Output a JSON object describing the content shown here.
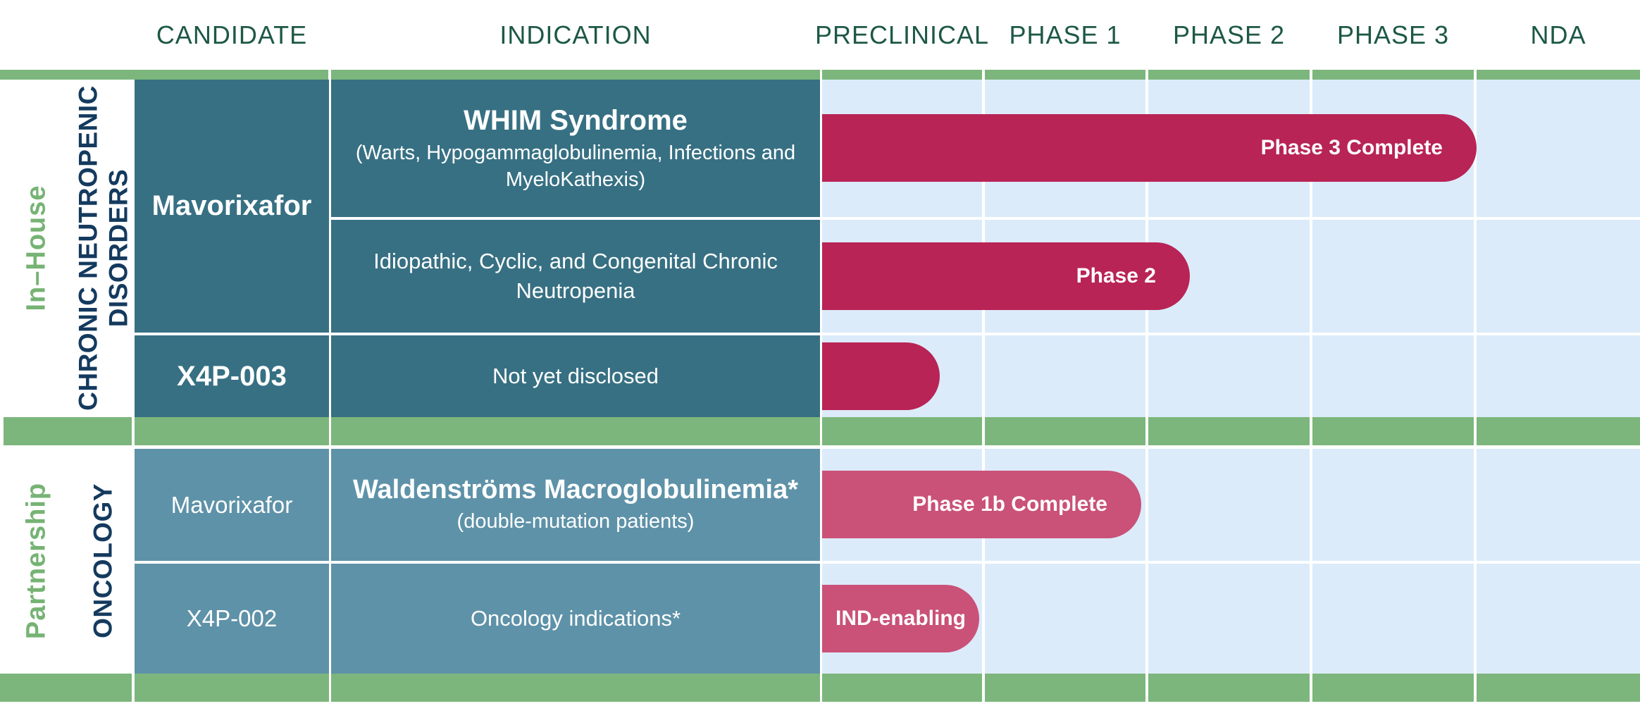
{
  "header": {
    "columns": [
      "CANDIDATE",
      "INDICATION",
      "PRECLINICAL",
      "PHASE 1",
      "PHASE 2",
      "PHASE 3",
      "NDA"
    ]
  },
  "colors": {
    "header_green": "#1d5846",
    "green_strip": "#7cb67c",
    "green_text": "#76b374",
    "navy": "#143a5e",
    "teal_dark": "#377083",
    "teal_light": "#5e92a8",
    "blue_bg": "#dcebfa",
    "crimson": "#b82455",
    "rose": "#ca5178"
  },
  "sections": [
    {
      "group": "In–House",
      "category": "CHRONIC NEUTROPENIC\nDISORDERS",
      "rows": [
        {
          "candidate": "Mavorixafor",
          "indication_title": "WHIM Syndrome",
          "indication_sub": "(Warts, Hypogammaglobulinemia, Infections and MyeloKathexis)"
        },
        {
          "indication": "Idiopathic, Cyclic, and Congenital Chronic Neutropenia"
        },
        {
          "candidate": "X4P-003",
          "indication": "Not yet disclosed"
        }
      ]
    },
    {
      "group": "Partnership",
      "category": "ONCOLOGY",
      "rows": [
        {
          "candidate": "Mavorixafor",
          "indication_title": "Waldenströms Macroglobulinemia*",
          "indication_sub": "(double-mutation patients)"
        },
        {
          "candidate": "X4P-002",
          "indication": "Oncology indications*"
        }
      ]
    }
  ],
  "chart_data": {
    "type": "bar",
    "orientation": "horizontal",
    "title": "Drug development pipeline by clinical phase",
    "phase_columns": [
      "PRECLINICAL",
      "PHASE 1",
      "PHASE 2",
      "PHASE 3",
      "NDA"
    ],
    "scale_note": "end is measured in phase units: 0 = start of Preclinical, 5 = end of NDA",
    "bars": [
      {
        "group": "In–House",
        "category": "Chronic Neutropenic Disorders",
        "candidate": "Mavorixafor",
        "indication": "WHIM Syndrome (Warts, Hypogammaglobulinemia, Infections and MyeloKathexis)",
        "label": "Phase 3 Complete",
        "start": 0,
        "end": 4.0,
        "color": "#b82455"
      },
      {
        "group": "In–House",
        "category": "Chronic Neutropenic Disorders",
        "candidate": "Mavorixafor",
        "indication": "Idiopathic, Cyclic, and Congenital Chronic Neutropenia",
        "label": "Phase 2",
        "start": 0,
        "end": 2.25,
        "color": "#b82455"
      },
      {
        "group": "In–House",
        "category": "Chronic Neutropenic Disorders",
        "candidate": "X4P-003",
        "indication": "Not yet disclosed",
        "label": "",
        "start": 0,
        "end": 0.72,
        "color": "#b82455"
      },
      {
        "group": "Partnership",
        "category": "Oncology",
        "candidate": "Mavorixafor",
        "indication": "Waldenströms Macroglobulinemia* (double-mutation patients)",
        "label": "Phase 1b Complete",
        "start": 0,
        "end": 1.95,
        "color": "#ca5178"
      },
      {
        "group": "Partnership",
        "category": "Oncology",
        "candidate": "X4P-002",
        "indication": "Oncology indications*",
        "label": "IND-enabling",
        "start": 0,
        "end": 0.96,
        "color": "#ca5178"
      }
    ]
  }
}
